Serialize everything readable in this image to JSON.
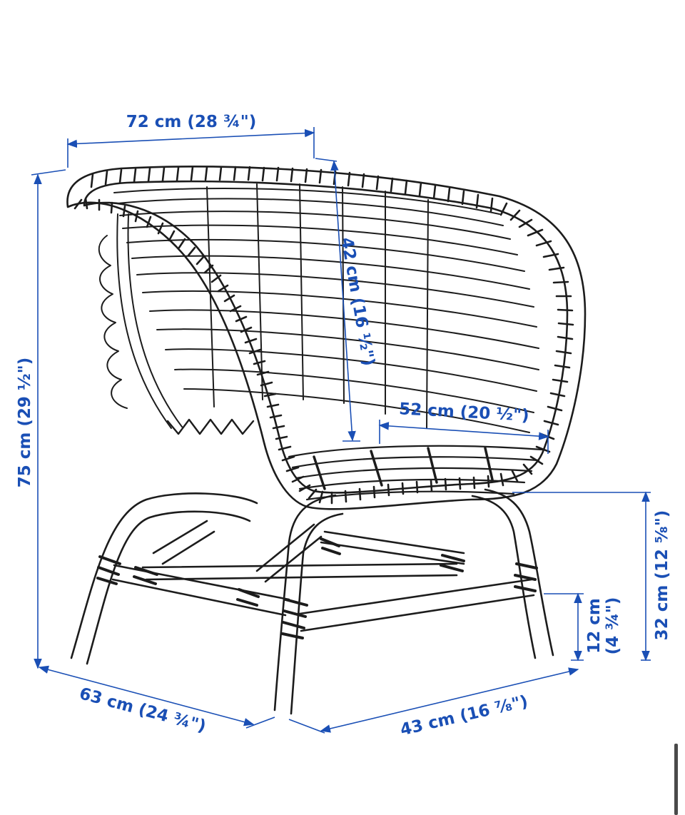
{
  "dimensions": {
    "overall_width": "72 cm (28 ¾\")",
    "overall_height": "75 cm (29 ½\")",
    "backrest_height": "42 cm (16 ½\")",
    "seat_width": "52 cm (20 ½\")",
    "seat_height": "32 cm (12 ⁵⁄₈\")",
    "leg_height_line1": "12 cm",
    "leg_height_line2": "(4 ¾\")",
    "overall_depth": "63 cm (24 ¾\")",
    "seat_depth": "43 cm (16 ⁷⁄₈\")"
  },
  "colors": {
    "dimension": "#1a4fb5",
    "ink": "#1c1c1c"
  }
}
